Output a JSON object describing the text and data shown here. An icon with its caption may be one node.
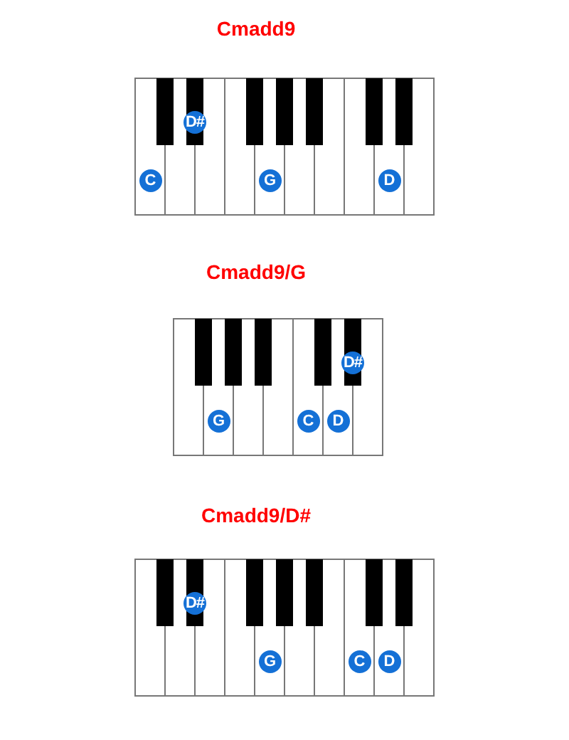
{
  "diagram": {
    "nodes": [
      {
        "text": [
          "C"
        ]
      },
      {
        "text": [
          "D#"
        ]
      },
      {
        "text": [
          "G"
        ]
      },
      {
        "text": [
          "D"
        ]
      },
      {
        "text": [
          "G"
        ]
      },
      {
        "text": [
          "C"
        ]
      },
      {
        "text": [
          "D"
        ]
      },
      {
        "text": [
          "D#"
        ]
      },
      {
        "text": [
          "D#"
        ]
      },
      {
        "text": [
          "G"
        ]
      },
      {
        "text": [
          "C"
        ]
      },
      {
        "text": [
          "D"
        ]
      }
    ],
    "labels": [
      "Cmadd9",
      "Cmadd9/G",
      "Cmadd9/D#"
    ]
  }
}
